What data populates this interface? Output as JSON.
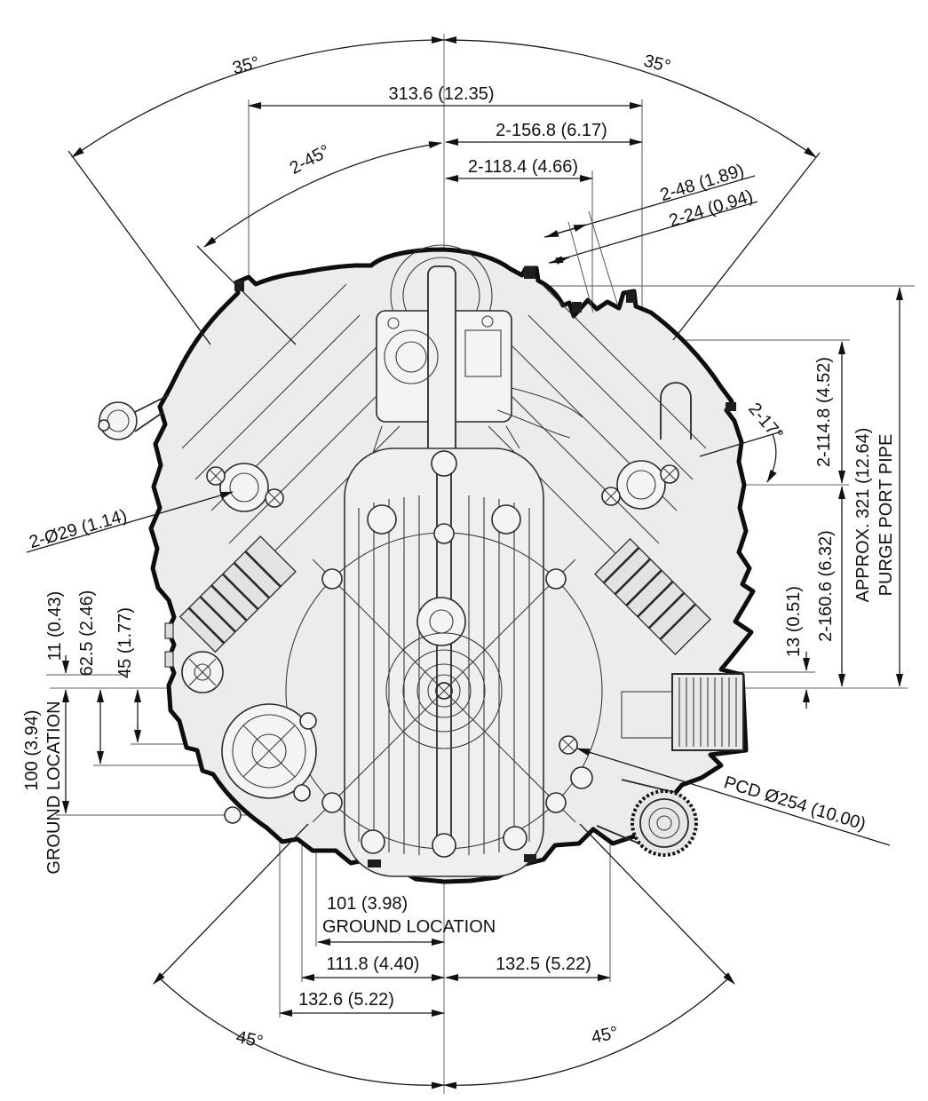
{
  "drawing": {
    "type": "engine-outline-dimension-drawing",
    "units": "mm (inches)",
    "dim": {
      "angle_top_left": "35°",
      "angle_top_right": "35°",
      "overall_width": "313.6 (12.35)",
      "mount_pitch_h": "2-156.8 (6.17)",
      "mount_pitch_h2": "2-118.4 (4.66)",
      "angle_v_bank": "2-45°",
      "bolt_offset_48": "2-48 (1.89)",
      "bolt_offset_24": "2-24 (0.94)",
      "angle_head_face": "2-17°",
      "height_upper": "2-114.8 (4.52)",
      "height_lower": "2-160.6 (6.32)",
      "offset_13": "13 (0.51)",
      "purge_length": "APPROX. 321 (12.64)",
      "purge_name": "PURGE PORT PIPE",
      "port_dia": "2-Ø29 (1.14)",
      "offset_11": "11 (0.43)",
      "offset_62_5": "62.5 (2.46)",
      "offset_45": "45 (1.77)",
      "ground_left_dim": "100 (3.94)",
      "ground_left_label": "GROUND LOCATION",
      "pcd": "PCD Ø254 (10.00)",
      "ground_bottom_dim": "101 (3.98)",
      "ground_bottom_label": "GROUND LOCATION",
      "base_111_8": "111.8 (4.40)",
      "base_132_5": "132.5 (5.22)",
      "base_132_6": "132.6 (5.22)",
      "angle_bottom_left": "45°",
      "angle_bottom_right": "45°"
    },
    "colors": {
      "line": "#1a1a1a",
      "body_fill": "#ececec",
      "background": "#ffffff"
    }
  }
}
